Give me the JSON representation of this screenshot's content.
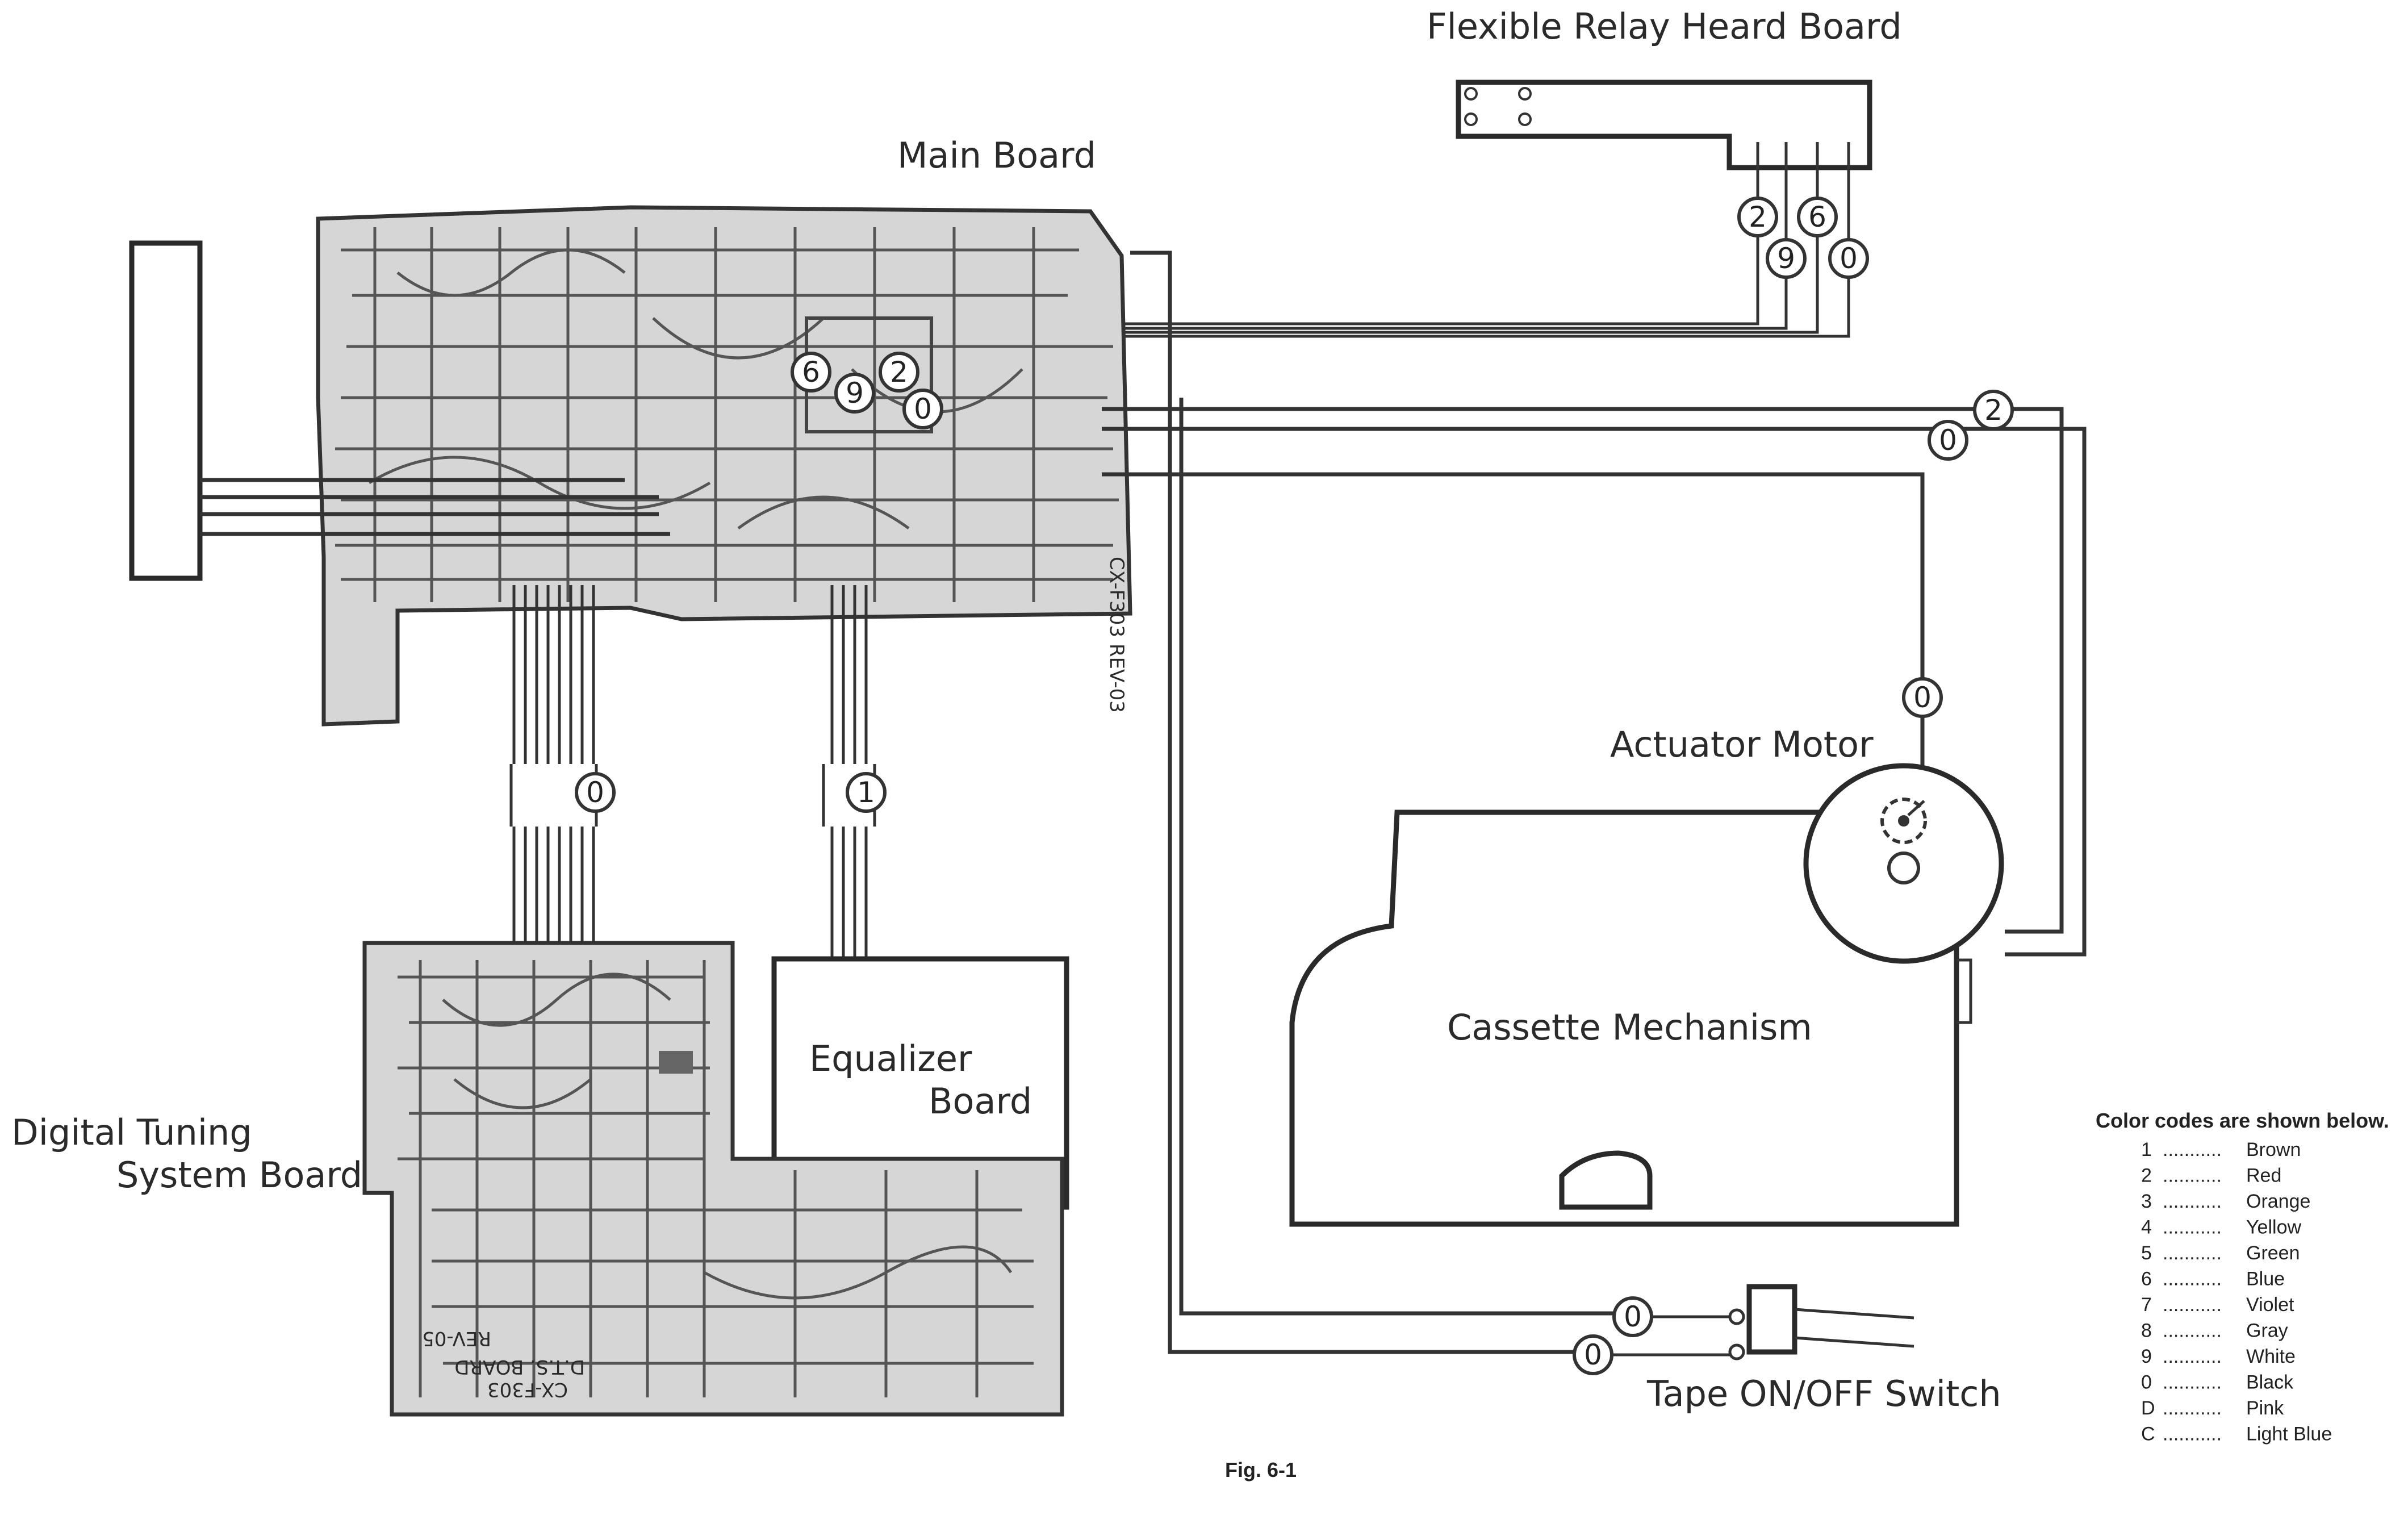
{
  "labels": {
    "main_board": "Main Board",
    "flex_relay": "Flexible  Relay  Heard  Board",
    "actuator_motor": "Actuator  Motor",
    "cassette_mechanism": "Cassette  Mechanism",
    "equalizer_line1": "Equalizer",
    "equalizer_line2": "Board",
    "dts_line1": "Digital  Tuning",
    "dts_line2": "System  Board",
    "tape_switch": "Tape  ON∕OFF  Switch",
    "figure": "Fig. 6-1",
    "main_board_marking": "CX-F303 REV-03",
    "dts_marking_1": "CX-F303",
    "dts_marking_2": "D.T.S. BOARD",
    "dts_marking_3": "REV-05"
  },
  "wire_codes": {
    "flex_2": "2",
    "flex_6": "6",
    "flex_9": "9",
    "flex_0": "0",
    "main_6": "6",
    "main_9": "9",
    "main_2": "2",
    "main_0": "0",
    "motor_2": "2",
    "motor_0": "0",
    "motor_down_0": "0",
    "dts_cable": "0",
    "eq_cable": "1",
    "switch_0a": "0",
    "switch_0b": "0"
  },
  "color_codes": {
    "title": "Color codes are shown below.",
    "entries": [
      {
        "code": "1",
        "dots": "...........",
        "color": "Brown"
      },
      {
        "code": "2",
        "dots": "...........",
        "color": "Red"
      },
      {
        "code": "3",
        "dots": "...........",
        "color": "Orange"
      },
      {
        "code": "4",
        "dots": "...........",
        "color": "Yellow"
      },
      {
        "code": "5",
        "dots": "...........",
        "color": "Green"
      },
      {
        "code": "6",
        "dots": "...........",
        "color": "Blue"
      },
      {
        "code": "7",
        "dots": "...........",
        "color": "Violet"
      },
      {
        "code": "8",
        "dots": "...........",
        "color": "Gray"
      },
      {
        "code": "9",
        "dots": "...........",
        "color": "White"
      },
      {
        "code": "0",
        "dots": "...........",
        "color": "Black"
      },
      {
        "code": "D",
        "dots": "...........",
        "color": "Pink"
      },
      {
        "code": "C",
        "dots": "...........",
        "color": "Light Blue"
      }
    ]
  }
}
